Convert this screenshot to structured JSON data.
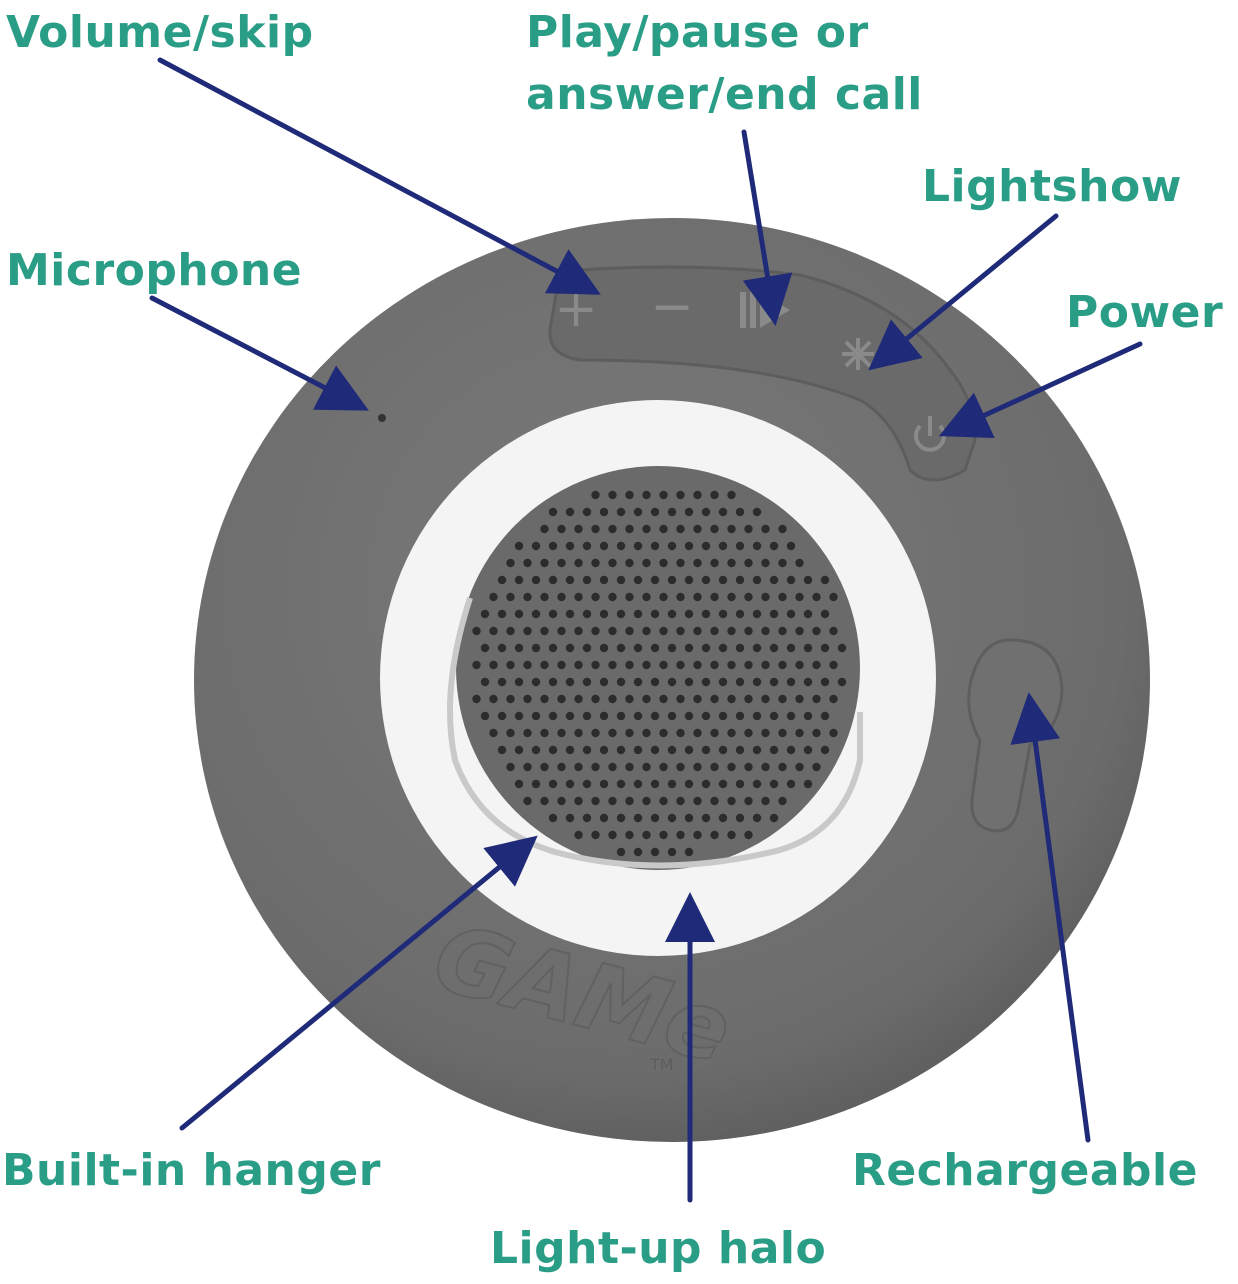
{
  "colors": {
    "label": "#2a9d87",
    "arrow": "#1f2a78",
    "body": "#707070",
    "halo": "#f4f4f4",
    "grille": "#6a6a6a"
  },
  "callouts": {
    "volume": "Volume/skip",
    "play_line1": "Play/pause or",
    "play_line2": "answer/end call",
    "lightshow": "Lightshow",
    "microphone": "Microphone",
    "power": "Power",
    "hanger": "Built-in hanger",
    "halo": "Light-up halo",
    "rechargeable": "Rechargeable"
  },
  "device": {
    "brand": "GAMe",
    "trademark": "TM",
    "buttons": [
      "+",
      "−",
      "play-pause-icon",
      "lightshow-icon",
      "power-icon"
    ]
  }
}
